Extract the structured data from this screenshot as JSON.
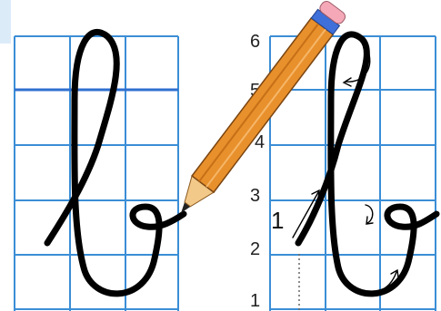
{
  "colors": {
    "grid": "#3b8ed6",
    "grid_strong": "#2f6fd0",
    "stroke": "#000000",
    "pencil_body": "#e8902c",
    "pencil_wood": "#f3c98a",
    "pencil_eraser": "#f5a9b8"
  },
  "row_labels": [
    "6",
    "5",
    "4",
    "3",
    "2",
    "1"
  ],
  "step_label": "1",
  "icons": {
    "pencil": "pencil-icon",
    "arrows": "direction-arrow-icon"
  }
}
